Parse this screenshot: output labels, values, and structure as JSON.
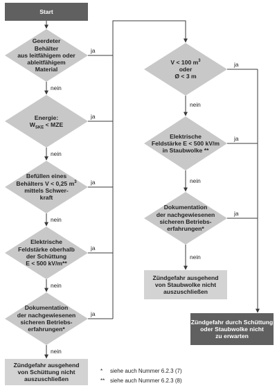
{
  "colors": {
    "dark_box": "#606060",
    "light_box": "#d3d3d3",
    "diamond": "#c8c8c8",
    "line": "#3a3a3a"
  },
  "start": {
    "label": "Start"
  },
  "left_column": {
    "d1": {
      "lines": [
        "Geerdeter",
        "Behälter",
        "aus leitfähigem oder",
        "ableitfähigem",
        "Material"
      ]
    },
    "d2": {
      "line1": "Energie:",
      "w": "W",
      "w_sub": "SKE",
      "rest": " < MZE"
    },
    "d3": {
      "line1": "Befüllen eines",
      "line2_pre": "Behälters V < 0,25 m",
      "line2_sup": "3",
      "line3": "mittels Schwer-",
      "line4": "kraft"
    },
    "d4": {
      "lines": [
        "Elektrische",
        "Feldstärke oberhalb",
        "der Schüttung",
        "E < 500 kV/m**"
      ]
    },
    "d5": {
      "lines": [
        "Dokumentation",
        "der nachgewiesenen",
        "sicheren Betriebs-",
        "erfahrungen*"
      ]
    },
    "result": {
      "lines": [
        "Zündgefahr ausgehend",
        "von Schüttung nicht",
        "auszuschließen"
      ]
    }
  },
  "right_column": {
    "d1": {
      "line1_pre": "V < 100 m",
      "line1_sup": "3",
      "line2": "oder",
      "line3": "Ø < 3 m"
    },
    "d2": {
      "lines": [
        "Elektrische",
        "Feldstärke E < 500 kV/m",
        "in Staubwolke **"
      ]
    },
    "d3": {
      "lines": [
        "Dokumentation",
        "der nachgewiesenen",
        "sicheren Betriebs-",
        "erfahrungen*"
      ]
    },
    "result": {
      "lines": [
        "Zündgefahr ausgehend",
        "von Staubwolke nicht",
        "auszuschließen"
      ]
    }
  },
  "final": {
    "lines": [
      "Zündgefahr durch Schüttung",
      "oder Staubwolke nicht",
      "zu erwarten"
    ]
  },
  "labels": {
    "yes": "ja",
    "no": "nein"
  },
  "footnotes": [
    {
      "mark": "*",
      "text": "siehe auch Nummer 6.2.3 (7)"
    },
    {
      "mark": "**",
      "text": "siehe auch Nummer 6.2.3 (8)"
    }
  ]
}
